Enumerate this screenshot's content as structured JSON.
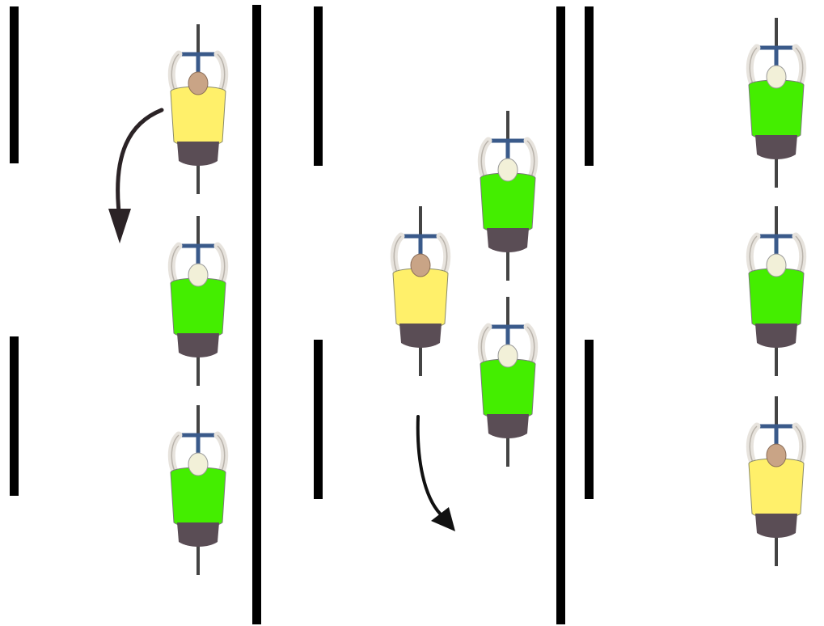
{
  "colors": {
    "background": "#ffffff",
    "lane_line": "#000000",
    "arrow": "#2b2326",
    "lead_jersey": "#fff06a",
    "follower_jersey": "#44ee00",
    "bike_frame": "#3a5a8a",
    "skin": "#c9a486",
    "shorts": "#5a4d55"
  },
  "panels": [
    {
      "id": "step-1",
      "riders": [
        {
          "role": "lead",
          "jersey": "yellow"
        },
        {
          "role": "follower",
          "jersey": "green"
        },
        {
          "role": "follower",
          "jersey": "green"
        }
      ],
      "arrow": {
        "icon": "curved-arrow-icon",
        "direction": "down-left"
      }
    },
    {
      "id": "step-2",
      "riders": [
        {
          "role": "lead",
          "jersey": "yellow"
        },
        {
          "role": "follower",
          "jersey": "green"
        },
        {
          "role": "follower",
          "jersey": "green"
        }
      ],
      "arrow": {
        "icon": "curved-arrow-icon",
        "direction": "down-right"
      }
    },
    {
      "id": "step-3",
      "riders": [
        {
          "role": "follower",
          "jersey": "green"
        },
        {
          "role": "follower",
          "jersey": "green"
        },
        {
          "role": "lead",
          "jersey": "yellow"
        }
      ],
      "arrow": null
    }
  ]
}
